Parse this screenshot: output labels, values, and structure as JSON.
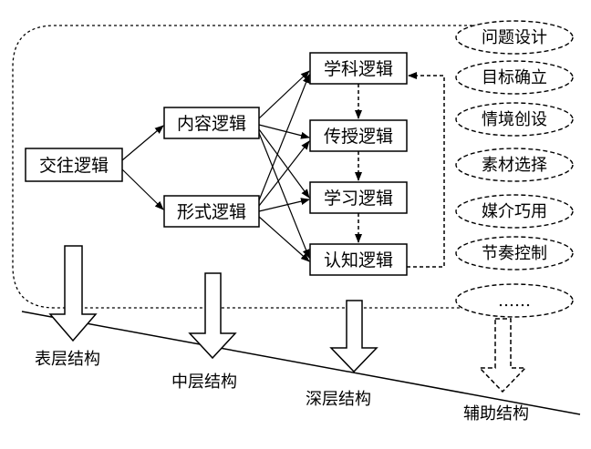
{
  "diagram": {
    "surface": {
      "interaction": "交往逻辑",
      "content": "内容逻辑",
      "form": "形式逻辑"
    },
    "deep": {
      "subject": "学科逻辑",
      "teaching": "传授逻辑",
      "learning": "学习逻辑",
      "cognition": "认知逻辑"
    },
    "auxiliary": {
      "items": [
        "问题设计",
        "目标确立",
        "情境创设",
        "素材选择",
        "媒介巧用",
        "节奏控制",
        "……"
      ]
    },
    "levels": {
      "surface": "表层结构",
      "middle": "中层结构",
      "deep": "深层结构",
      "auxiliary": "辅助结构"
    }
  }
}
